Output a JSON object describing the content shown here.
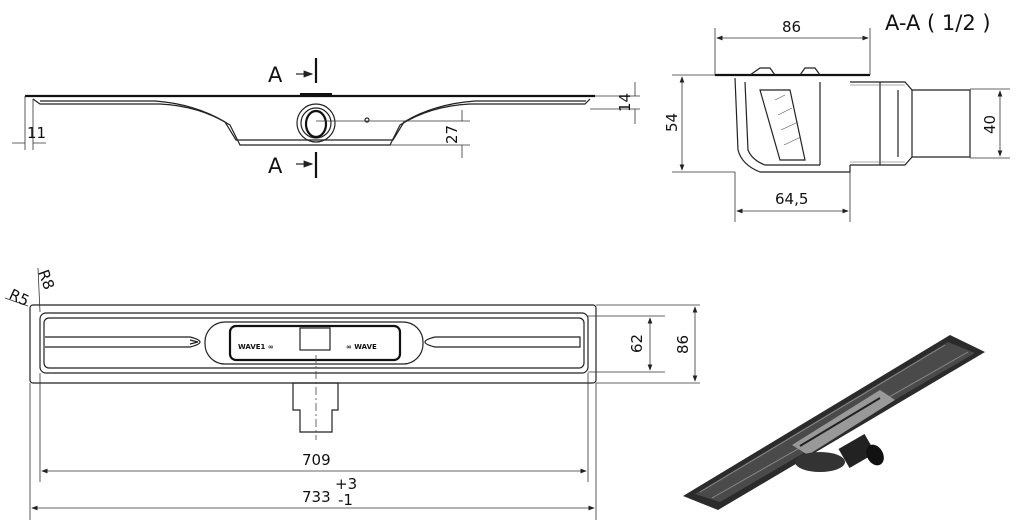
{
  "side_view": {
    "section_label_top": "A",
    "section_label_bottom": "A",
    "dim_flange": "11",
    "dim_depth": "27",
    "dim_height": "14"
  },
  "section_view": {
    "title": "A-A ( 1/2 )",
    "dim_width": "86",
    "dim_height": "54",
    "dim_outlet_diameter": "40",
    "dim_body_width": "64,5"
  },
  "top_view": {
    "radius_outer": "R5",
    "radius_inner": "R8",
    "dim_inner_width": "62",
    "dim_outer_width": "86",
    "dim_inner_length": "709",
    "dim_outer_length": "733",
    "tolerance_plus": "+3",
    "tolerance_minus": "-1"
  },
  "colors": {
    "line": "#222222",
    "iso_body": "#2b2b2b"
  }
}
